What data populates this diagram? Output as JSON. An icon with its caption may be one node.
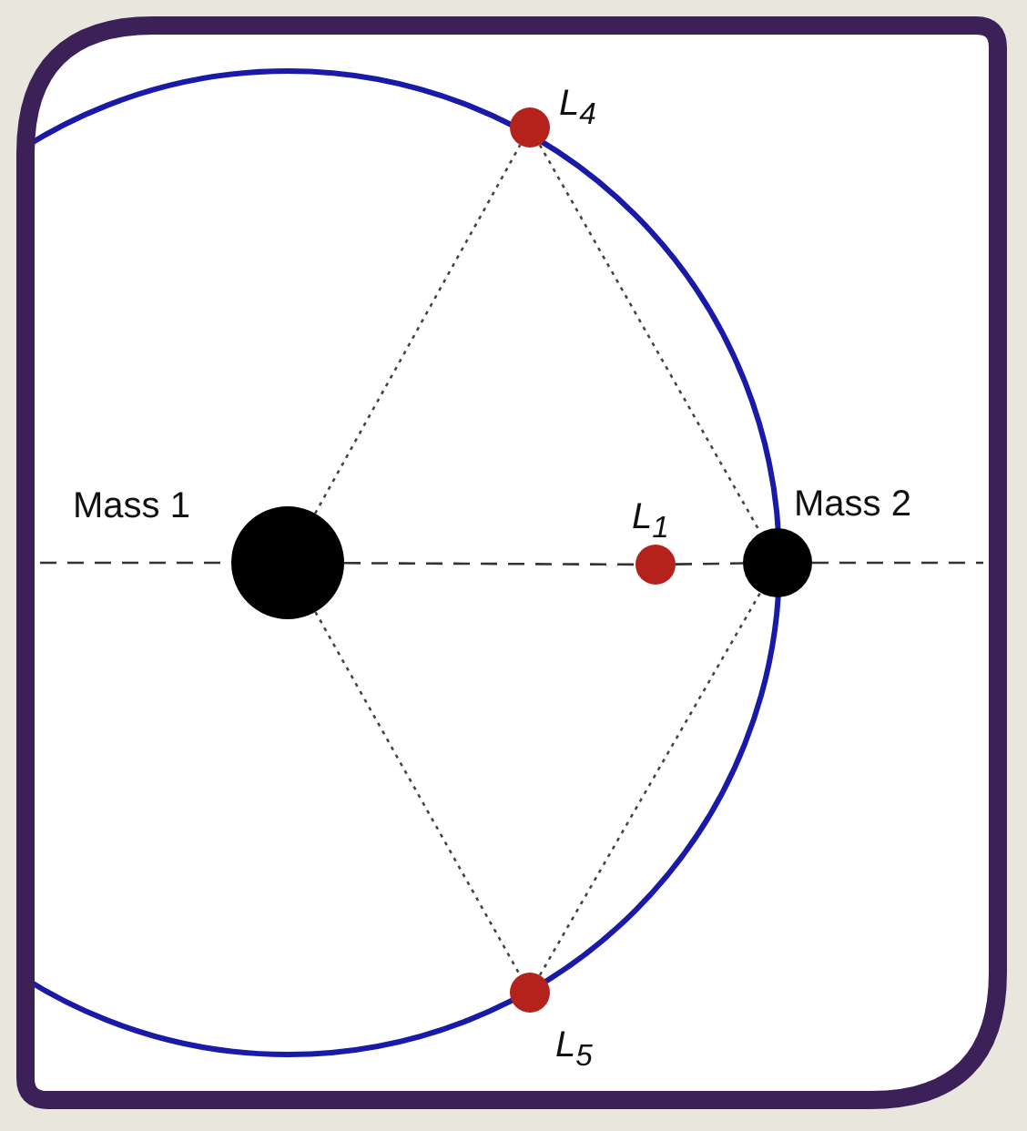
{
  "diagram": {
    "nodes": [
      {
        "text": [
          "Mass 1"
        ]
      },
      {
        "text": [
          "Mass 2"
        ]
      },
      {
        "text": [
          "L$_{1}$"
        ]
      },
      {
        "text": [
          "L$_{4}$"
        ]
      },
      {
        "text": [
          "L$_{5}$"
        ]
      }
    ],
    "edges": [
      {
        "from": null,
        "to": 0,
        "arrow": "none",
        "style": "dashed"
      },
      {
        "from": 0,
        "to": 2,
        "arrow": "none",
        "style": "dashed"
      },
      {
        "from": 2,
        "to": 1,
        "arrow": "none",
        "style": "dashed"
      },
      {
        "from": 1,
        "to": null,
        "arrow": "none",
        "style": "dashed"
      },
      {
        "from": 0,
        "to": 3,
        "arrow": "none",
        "style": "dashed"
      },
      {
        "from": 3,
        "to": 1,
        "arrow": "none",
        "style": "dashed"
      },
      {
        "from": 0,
        "to": 4,
        "arrow": "none",
        "style": "dashed"
      },
      {
        "from": 4,
        "to": 1,
        "arrow": "none",
        "style": "dashed"
      }
    ]
  }
}
